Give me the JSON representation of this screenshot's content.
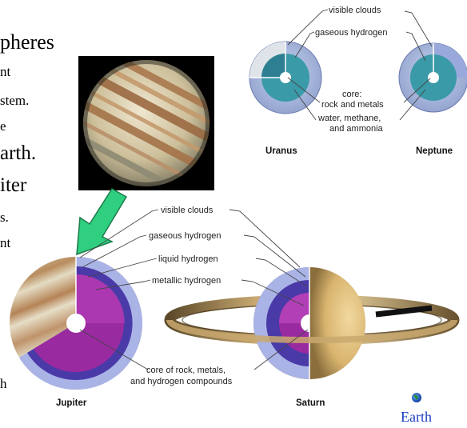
{
  "slide_text": {
    "line1": "pheres",
    "line2": "nt",
    "line3": "stem.",
    "line4": "e",
    "line5": "arth.",
    "line6": "iter",
    "line7": "s.",
    "line8": "nt",
    "line9": "h"
  },
  "ice_giants": {
    "labels": {
      "visible_clouds": "visible clouds",
      "gaseous_hydrogen": "gaseous hydrogen",
      "core_1": "core:",
      "core_2": "rock and metals",
      "water_1": "water, methane,",
      "water_2": "and ammonia"
    },
    "names": {
      "left": "Uranus",
      "right": "Neptune"
    }
  },
  "gas_giants": {
    "labels": {
      "visible_clouds": "visible clouds",
      "gaseous_hydrogen": "gaseous hydrogen",
      "liquid_hydrogen": "liquid hydrogen",
      "metallic_hydrogen": "metallic hydrogen",
      "core_1": "core of rock, metals,",
      "core_2": "and hydrogen compounds"
    },
    "names": {
      "left": "Jupiter",
      "right": "Saturn"
    }
  },
  "earth_label": "Earth",
  "colors": {
    "gas_giant_outer": "#aab3e6",
    "gas_giant_mid": "#4a3aa8",
    "gas_giant_inner": "#9a2aa0",
    "ice_giant_outer": "#aab8e8",
    "ice_giant_inner": "#3a9aa8",
    "arrow": "#2fcf7f",
    "earth_label": "#1a3fc2"
  }
}
